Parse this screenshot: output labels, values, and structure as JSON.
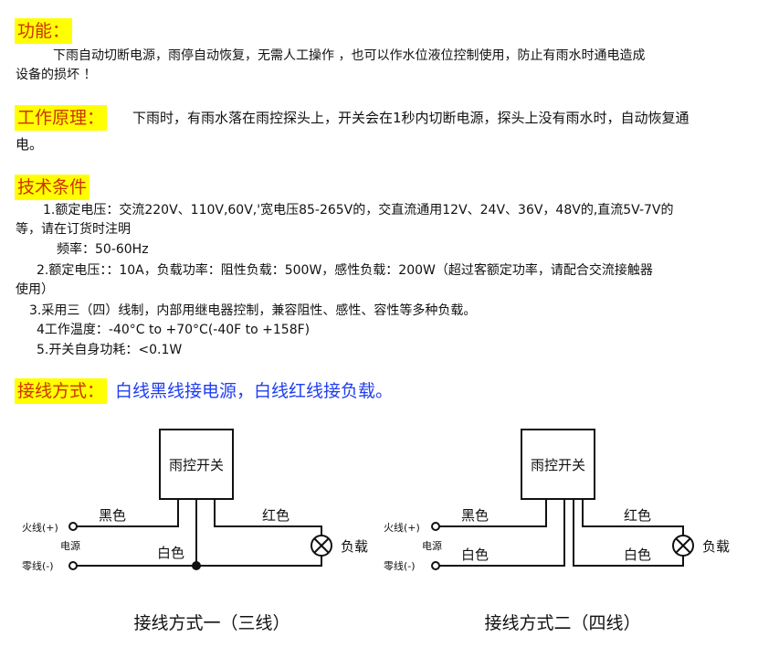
{
  "function_section": {
    "heading": "功能：",
    "line1": "下雨自动切断电源，雨停自动恢复，无需人工操作 ，也可以作水位液位控制使用，防止有雨水时通电造成",
    "line2": "设备的损坏 ！"
  },
  "principle_section": {
    "heading": "工作原理：",
    "line1": "下雨时，有雨水落在雨控探头上，开关会在1秒内切断电源，探头上没有雨水时，自动恢复通",
    "line2": "电。"
  },
  "tech_section": {
    "heading": "技术条件",
    "item1_line1": "1.额定电压：交流220V、110V,60V,'宽电压85-265V的，交直流通用12V、24V、36V，48V的,直流5V-7V的",
    "item1_line2": "等，请在订货时注明",
    "freq": "频率：50-60Hz",
    "item2_line1": "2.额定电压：：10A，负载功率：阻性负载：500W，感性负载：200W（超过客额定功率，请配合交流接触器",
    "item2_line2": "使用）",
    "item3": "3.采用三（四）线制，内部用继电器控制，兼容阻性、感性、容性等多种负载。",
    "item4": "4工作温度：-40°C to +70°C(-40F to +158F)",
    "item5": "5.开关自身功耗：<0.1W"
  },
  "wiring_section": {
    "heading": "接线方式：",
    "description": "白线黑线接电源，白线红线接负载。"
  },
  "diagram1": {
    "box_label": "雨控开关",
    "live_label": "火线(+)",
    "neutral_label": "零线(-)",
    "power_label": "电源",
    "black_label": "黑色",
    "red_label": "红色",
    "white_label": "白色",
    "load_label": "负载",
    "caption": "接线方式一（三线）"
  },
  "diagram2": {
    "box_label": "雨控开关",
    "live_label": "火线(+)",
    "neutral_label": "零线(-)",
    "power_label": "电源",
    "black_label": "黑色",
    "red_label": "红色",
    "white_label_left": "白色",
    "white_label_right": "白色",
    "load_label": "负载",
    "caption": "接线方式二（四线）"
  }
}
